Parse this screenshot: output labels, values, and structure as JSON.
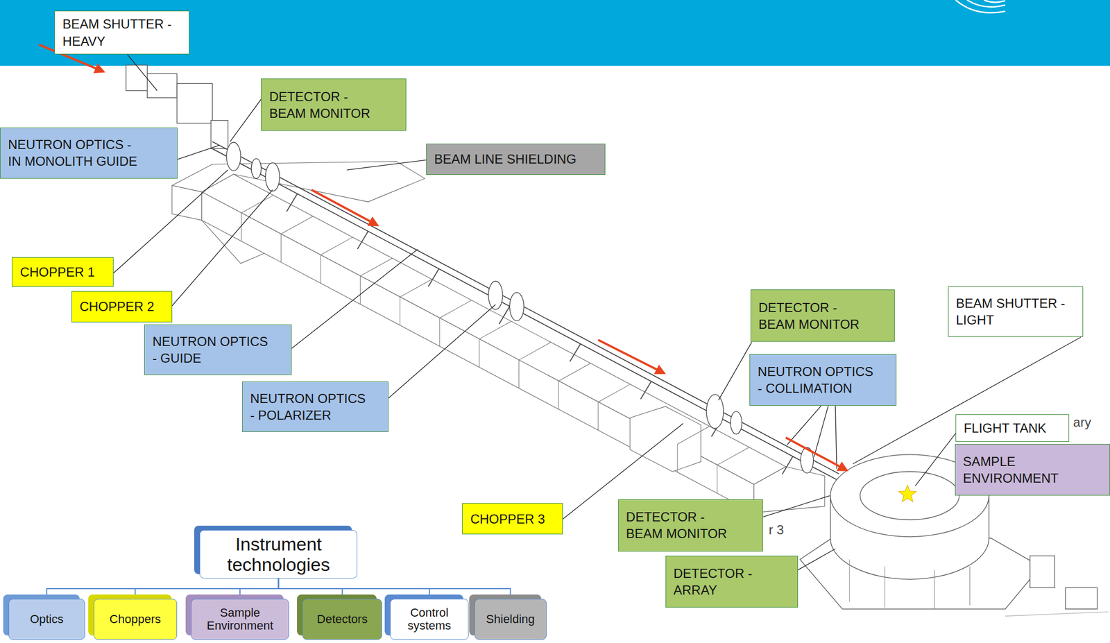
{
  "diagram": {
    "nodes": [
      {
        "text": [
          "BEAM SHUTTER -HEAVY"
        ]
      },
      {
        "text": [
          "DETECTOR -BEAM MONITOR"
        ]
      },
      {
        "text": [
          "NEUTRON OPTICS - IN MONOLITH GUIDE"
        ]
      },
      {
        "text": [
          "BEAM LINE SHIELDING"
        ]
      },
      {
        "text": [
          "CHOPPER 1"
        ]
      },
      {
        "text": [
          "CHOPPER 2"
        ]
      },
      {
        "text": [
          "NEUTRON OPTICS - GUIDE"
        ]
      },
      {
        "text": [
          "NEUTRON OPTICS - POLARIZER"
        ]
      },
      {
        "text": [
          "DETECTOR -BEAM MONITOR"
        ]
      },
      {
        "text": [
          "BEAM SHUTTER -LIGHT"
        ]
      },
      {
        "text": [
          "NEUTRON OPTICS - COLLIMATION"
        ]
      },
      {
        "text": [
          "FLIGHT TANK"
        ]
      },
      {
        "text": [
          "SAMPLE ENVIRONMENT"
        ]
      },
      {
        "text": [
          "CHOPPER 3"
        ]
      },
      {
        "text": [
          "DETECTOR -BEAM MONITOR"
        ]
      },
      {
        "text": [
          "DETECTOR -ARRAY"
        ]
      },
      {
        "text": [
          "Instrument technologies"
        ]
      },
      {
        "text": [
          "Optics"
        ]
      },
      {
        "text": [
          "Choppers"
        ]
      },
      {
        "text": [
          "Sample Environment"
        ]
      },
      {
        "text": [
          "Detectors"
        ]
      },
      {
        "text": [
          "Control systems"
        ]
      },
      {
        "text": [
          "Shielding"
        ]
      }
    ],
    "edges": [
      {
        "from": 16,
        "to": 17,
        "arrow": "none"
      },
      {
        "from": 16,
        "to": 18,
        "arrow": "none"
      },
      {
        "from": 16,
        "to": 19,
        "arrow": "none"
      },
      {
        "from": 16,
        "to": 20,
        "arrow": "none"
      },
      {
        "from": 16,
        "to": 21,
        "arrow": "none"
      },
      {
        "from": 16,
        "to": 22,
        "arrow": "none"
      }
    ],
    "labels": [
      "ary",
      "r 3"
    ]
  }
}
